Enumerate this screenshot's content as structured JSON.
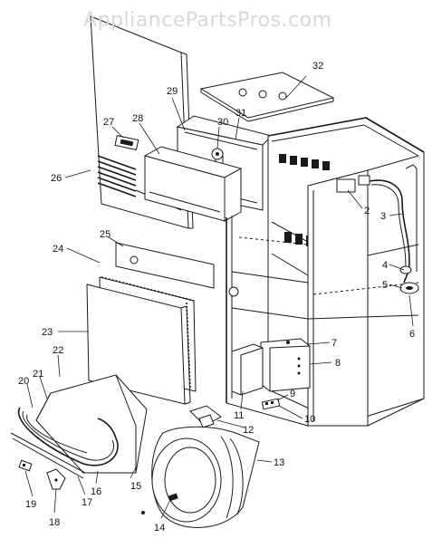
{
  "watermark": "AppliancePartsPros.com",
  "callouts": [
    "32",
    "29",
    "31",
    "30",
    "28",
    "27",
    "26",
    "2",
    "3",
    "25",
    "24",
    "4",
    "5",
    "6",
    "23",
    "7",
    "8",
    "22",
    "21",
    "20",
    "9",
    "10",
    "11",
    "12",
    "13",
    "16",
    "15",
    "17",
    "19",
    "18",
    "14"
  ]
}
